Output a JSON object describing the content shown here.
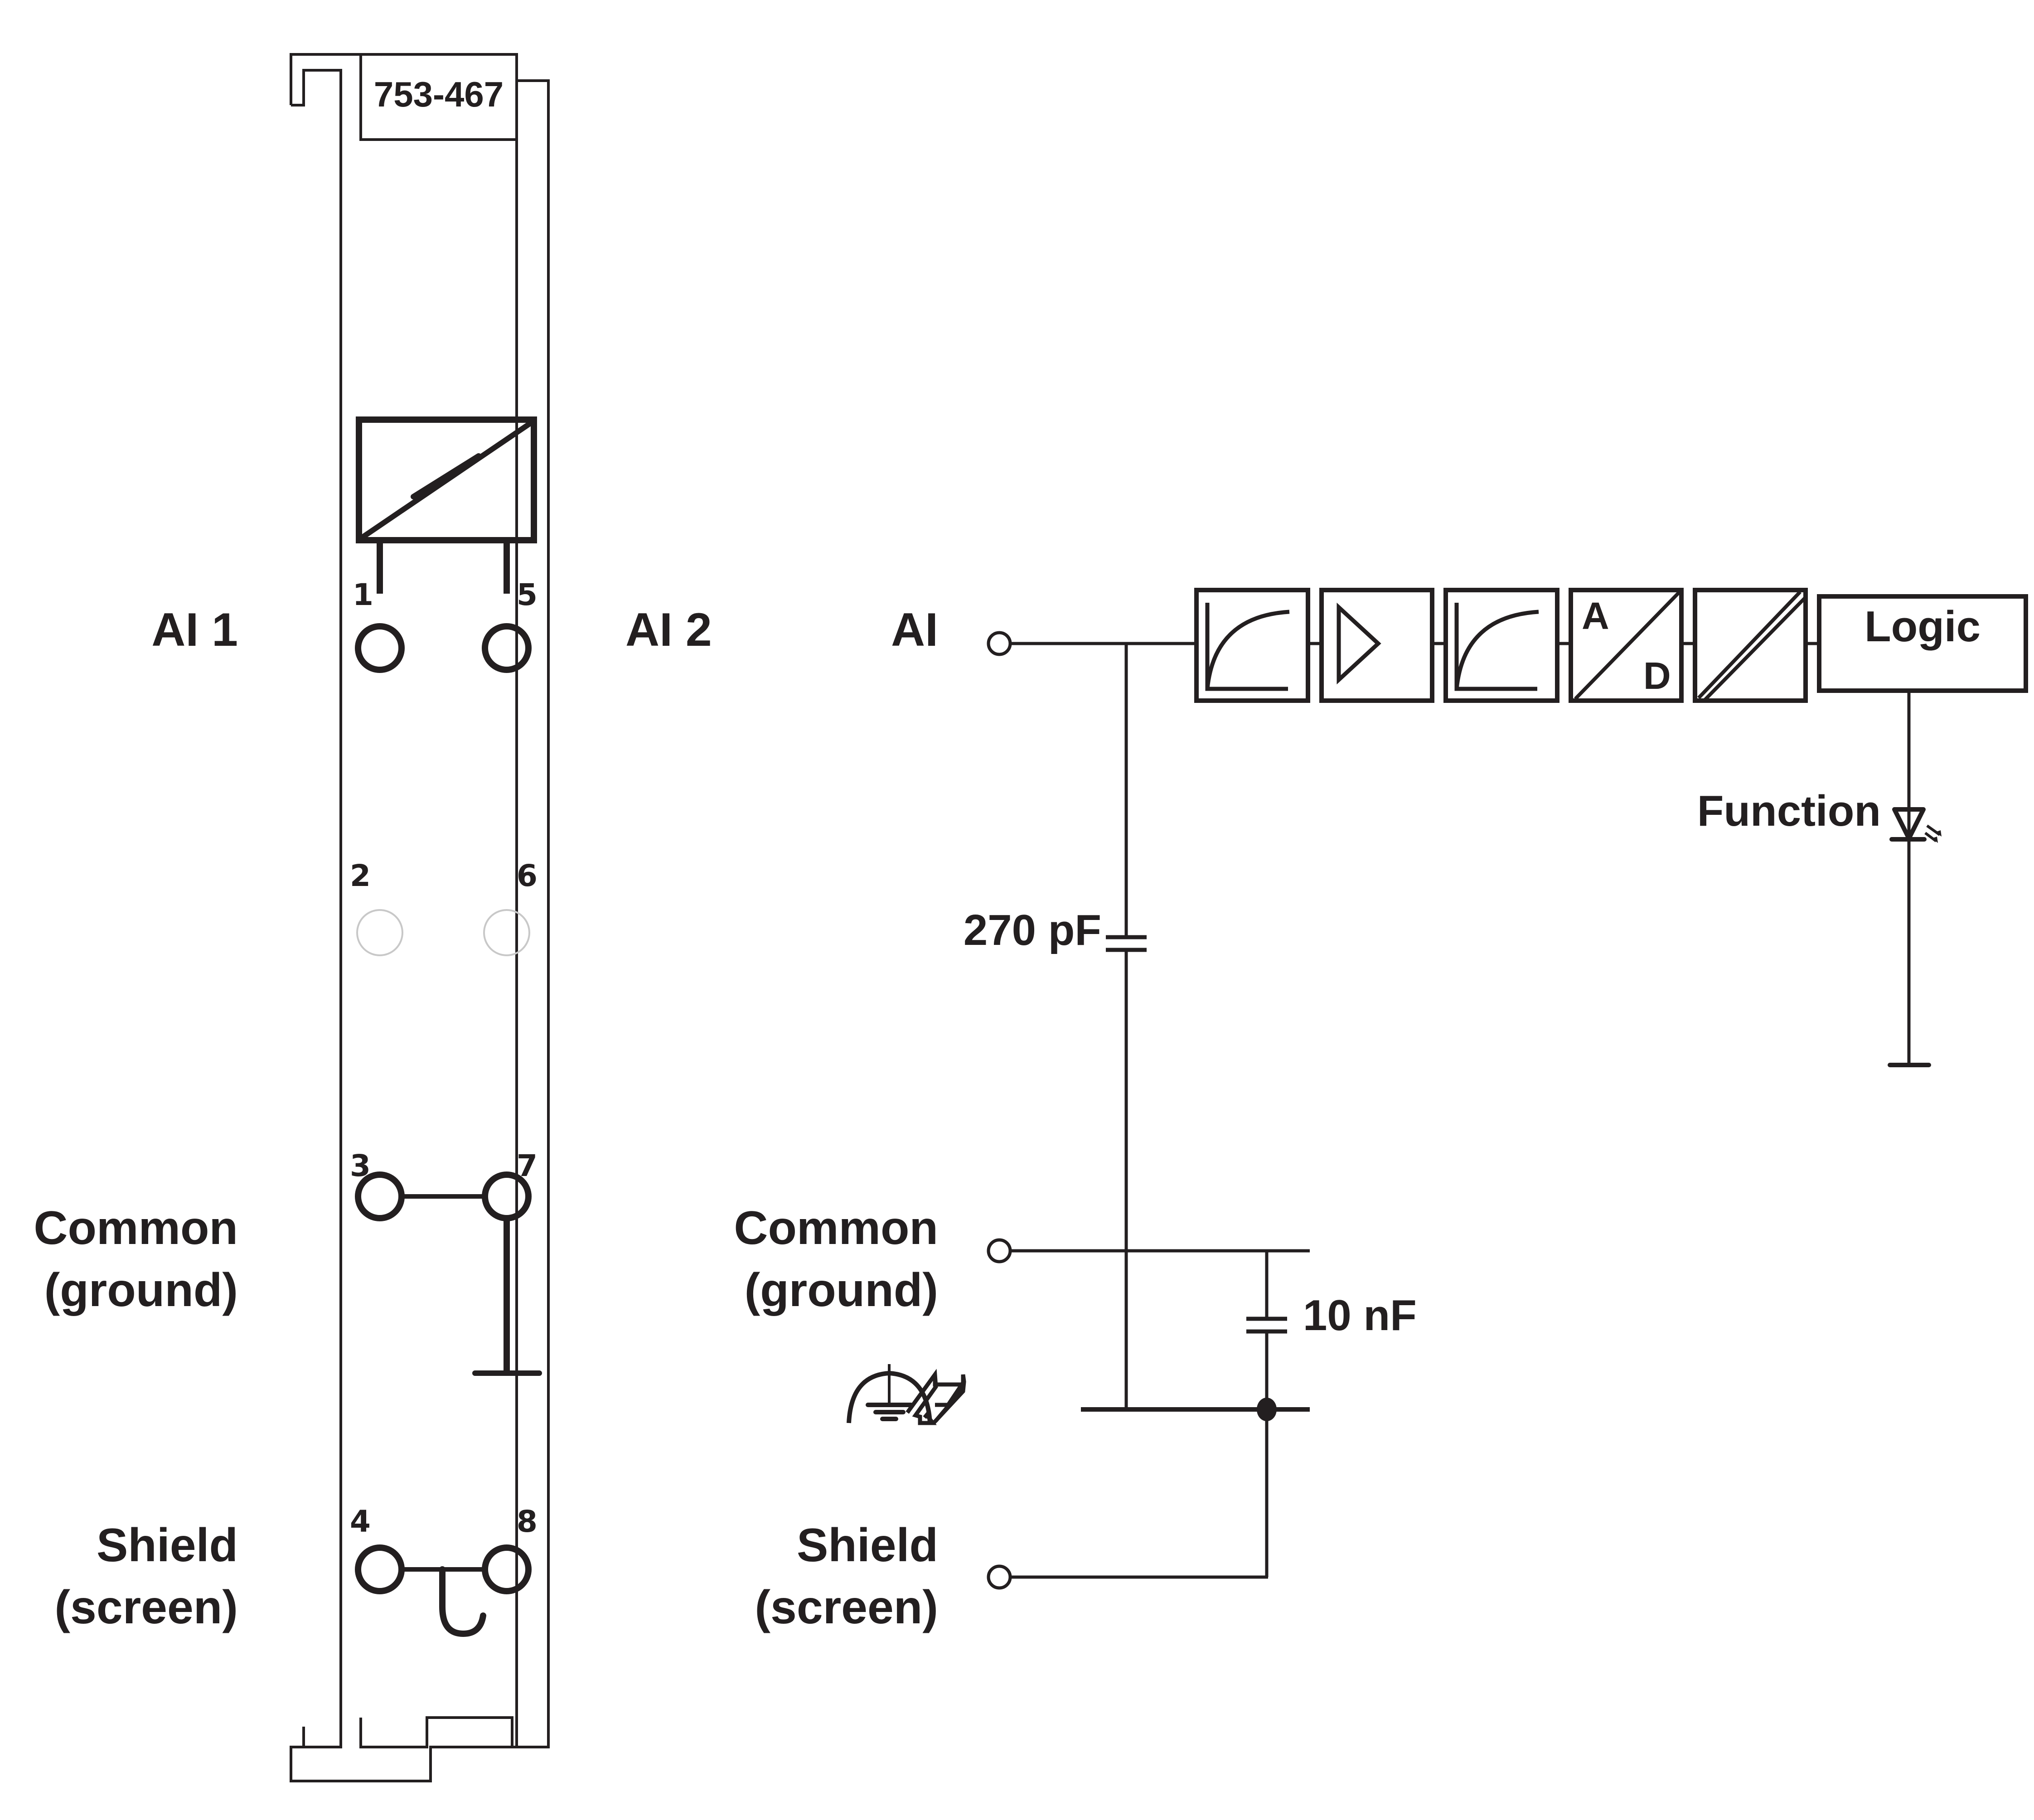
{
  "module": {
    "part_number": "753-467",
    "left_labels": {
      "ai1": "AI 1",
      "ai2": "AI 2",
      "common_line1": "Common",
      "common_line2": "(ground)",
      "shield_line1": "Shield",
      "shield_line2": "(screen)"
    },
    "terminals": [
      {
        "num": "1",
        "active": true
      },
      {
        "num": "5",
        "active": true
      },
      {
        "num": "2",
        "active": false
      },
      {
        "num": "6",
        "active": false
      },
      {
        "num": "3",
        "active": true
      },
      {
        "num": "7",
        "active": true
      },
      {
        "num": "4",
        "active": true
      },
      {
        "num": "8",
        "active": true
      }
    ]
  },
  "schematic": {
    "ai_label": "AI",
    "common_line1": "Common",
    "common_line2": "(ground)",
    "shield_line1": "Shield",
    "shield_line2": "(screen)",
    "cap1": "270 pF",
    "cap2": "10 nF",
    "chain": [
      "low-pass-filter",
      "amplifier",
      "low-pass-filter",
      "a-d-converter",
      "isolation",
      "logic"
    ],
    "ad_a": "A",
    "ad_d": "D",
    "logic_label": "Logic",
    "led_label": "Function"
  },
  "colors": {
    "ink": "#231f20",
    "inactive": "#c8c8c8"
  }
}
